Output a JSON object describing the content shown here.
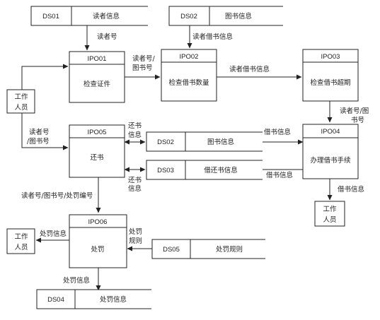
{
  "stores": {
    "ds01_top": {
      "id": "DS01",
      "name": "读者信息"
    },
    "ds02_top": {
      "id": "DS02",
      "name": "图书信息"
    },
    "ds02_mid": {
      "id": "DS02",
      "name": "图书信息"
    },
    "ds03": {
      "id": "DS03",
      "name": "借还书信息"
    },
    "ds05": {
      "id": "DS05",
      "name": "处罚规则"
    },
    "ds04": {
      "id": "DS04",
      "name": "处罚信息"
    }
  },
  "processes": {
    "ipo01": {
      "id": "IPO01",
      "name": "检查证件"
    },
    "ipo02": {
      "id": "IPO02",
      "name": "检查借书数量"
    },
    "ipo03": {
      "id": "IPO03",
      "name": "检查借书超期"
    },
    "ipo04": {
      "id": "IPO04",
      "name": "办理借书手续"
    },
    "ipo05": {
      "id": "IPO05",
      "name": "还书"
    },
    "ipo06": {
      "id": "IPO06",
      "name": "处罚"
    }
  },
  "entities": {
    "staff_left": {
      "line1": "工作",
      "line2": "人员"
    },
    "staff_right": {
      "line1": "工作",
      "line2": "人员"
    },
    "staff_bottom": {
      "line1": "工作",
      "line2": "人员"
    }
  },
  "flows": {
    "reader_id": "读者号",
    "reader_book_borrow_1": "读者借书信息",
    "ipo01_to_ipo02_l1": "读者号/",
    "ipo01_to_ipo02_l2": "图书号",
    "reader_book_borrow_2": "读者借书信息",
    "ipo03_to_ipo04_l1": "读者号/图",
    "ipo03_to_ipo04_l2": "书号",
    "staff_to_ipo05_l1": "读者号",
    "staff_to_ipo05_l2": "/图书号",
    "return_info_upper_l1": "还书",
    "return_info_upper_l2": "信息",
    "borrow_info_ds02": "借书信息",
    "return_info_lower_l1": "还书",
    "return_info_lower_l2": "信息",
    "borrow_info_ds03": "借书信息",
    "borrow_info_out": "借书信息",
    "ipo05_to_ipo06": "读者号/图书号/处罚编号",
    "penalty_info_out": "处罚信息",
    "penalty_rule_l1": "处罚",
    "penalty_rule_l2": "规则",
    "penalty_info_ds04": "处罚信息"
  }
}
